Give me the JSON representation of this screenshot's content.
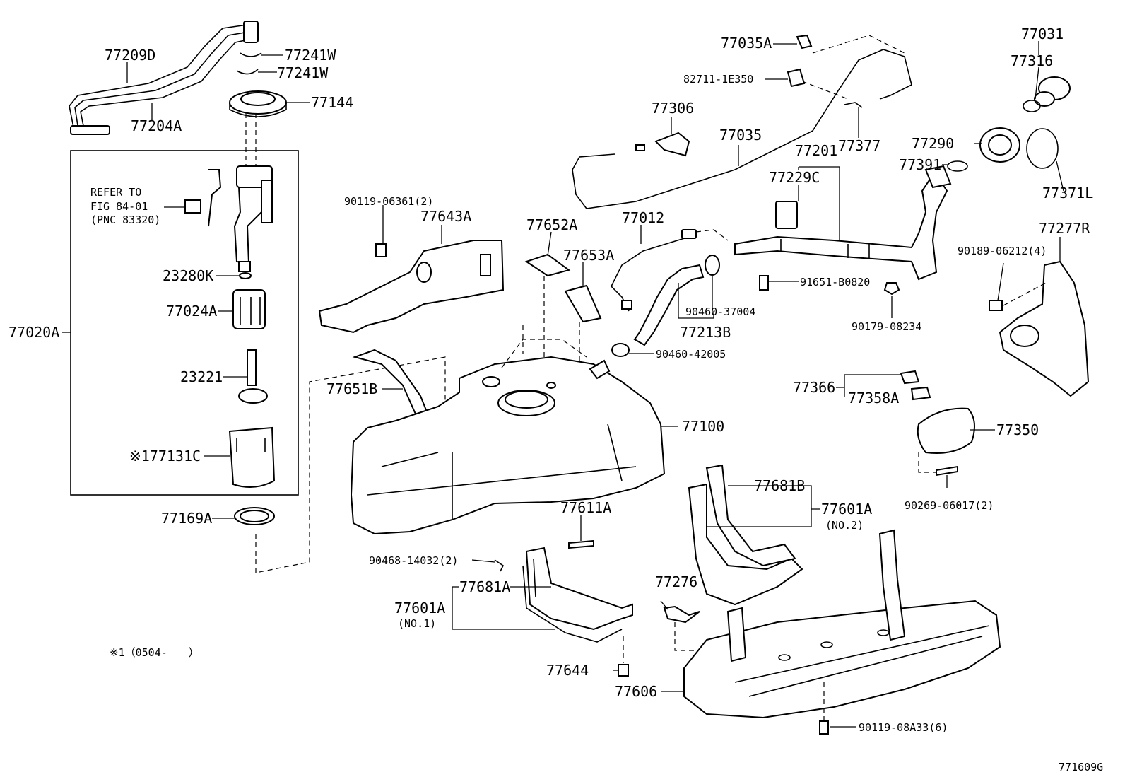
{
  "figure_code": "771609G",
  "footnote": "※1（0504-　　）",
  "refer_note": {
    "line1": "REFER TO",
    "line2": "FIG 84-01",
    "line3": "(PNC 83320)"
  },
  "labels": {
    "p77209D": "77209D",
    "p77204A": "77204A",
    "p77241W_a": "77241W",
    "p77241W_b": "77241W",
    "p77144": "77144",
    "p23280K": "23280K",
    "p77024A": "77024A",
    "p77020A": "77020A",
    "p23221": "23221",
    "p77131C": "※177131C",
    "p77169A": "77169A",
    "p90119_06361": "90119-06361(2)",
    "p77643A": "77643A",
    "p77652A": "77652A",
    "p77653A": "77653A",
    "p77012": "77012",
    "p77651B": "77651B",
    "p77100": "77100",
    "p77611A": "77611A",
    "p90468": "90468-14032(2)",
    "p77681A": "77681A",
    "p77601A_1": "77601A",
    "p77601A_1_sub": "(NO.1)",
    "p77644": "77644",
    "p77035A": "77035A",
    "p82711": "82711-1E350",
    "p77306": "77306",
    "p77035": "77035",
    "p77377": "77377",
    "p77201": "77201",
    "p77229C": "77229C",
    "p91651": "91651-B0820",
    "p90460_37004": "90460-37004",
    "p77213B": "77213B",
    "p90460_42005": "90460-42005",
    "p90179": "90179-08234",
    "p77031": "77031",
    "p77316": "77316",
    "p77290": "77290",
    "p77391": "77391",
    "p77371L": "77371L",
    "p77277R": "77277R",
    "p90189": "90189-06212(4)",
    "p77366": "77366",
    "p77358A": "77358A",
    "p77350": "77350",
    "p90269": "90269-06017(2)",
    "p77681B": "77681B",
    "p77601A_2": "77601A",
    "p77601A_2_sub": "(NO.2)",
    "p77276": "77276",
    "p77606": "77606",
    "p90119_08A33": "90119-08A33(6)"
  }
}
